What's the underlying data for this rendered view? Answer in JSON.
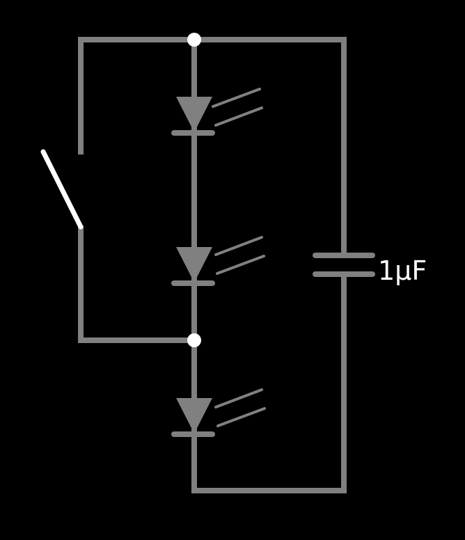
{
  "circuit": {
    "capacitor": {
      "value_label": "1µF"
    },
    "components": {
      "switch": "open",
      "leds": 3
    },
    "colors": {
      "background": "#000000",
      "wire": "#808080",
      "highlight": "#ffffff"
    }
  }
}
